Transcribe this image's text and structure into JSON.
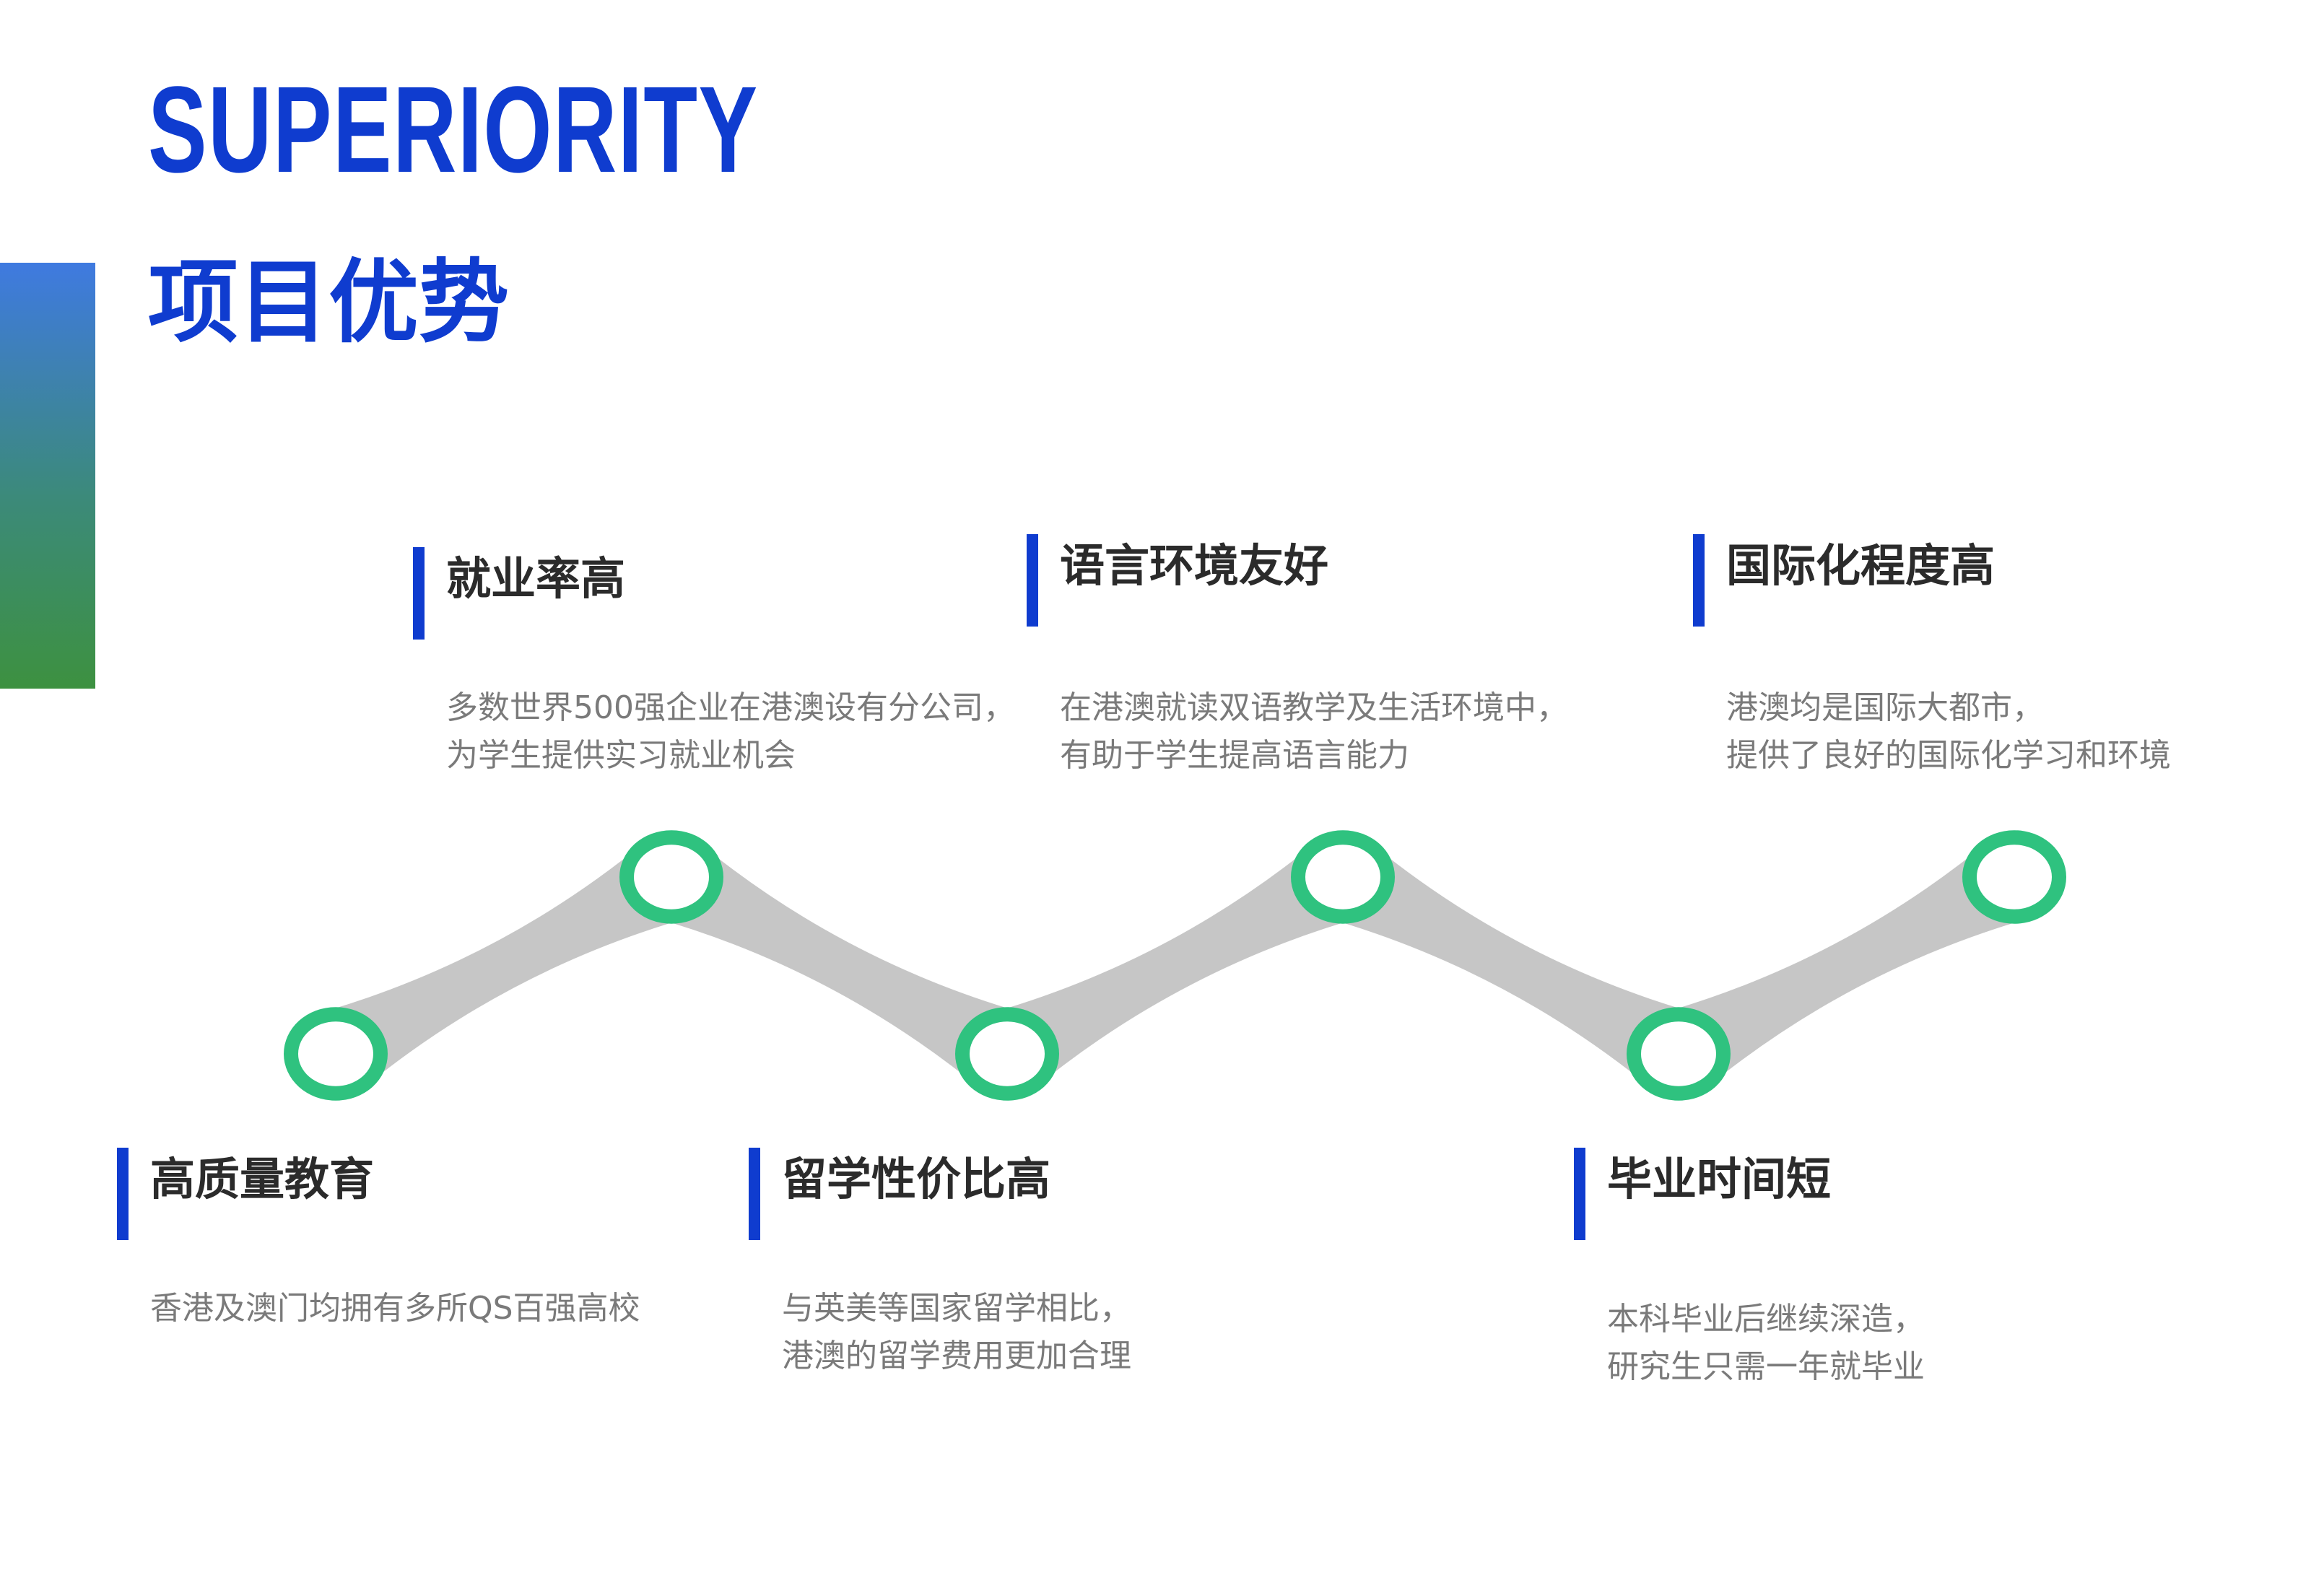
{
  "header": {
    "title_en": "SUPERIORITY",
    "title_zh": "项目优势"
  },
  "colors": {
    "accent_blue": "#0f3ccf",
    "ring_green": "#2fc27f",
    "connector_gray": "#c6c6c6",
    "heading_text": "#2b2b2b",
    "body_text": "#7a7a7a"
  },
  "items": [
    {
      "title": "高质量教育",
      "lines": [
        "香港及澳门均拥有多所QS百强高校"
      ]
    },
    {
      "title": "就业率高",
      "lines": [
        "多数世界500强企业在港澳设有分公司，",
        "为学生提供实习就业机会"
      ]
    },
    {
      "title": "留学性价比高",
      "lines": [
        "与英美等国家留学相比，",
        "港澳的留学费用更加合理"
      ]
    },
    {
      "title": "语言环境友好",
      "lines": [
        "在港澳就读双语教学及生活环境中，",
        "有助于学生提高语言能力"
      ]
    },
    {
      "title": "毕业时间短",
      "lines": [
        "本科毕业后继续深造，",
        "研究生只需一年就毕业"
      ]
    },
    {
      "title": "国际化程度高",
      "lines": [
        "港澳均是国际大都市，",
        "提供了良好的国际化学习和环境"
      ]
    }
  ]
}
